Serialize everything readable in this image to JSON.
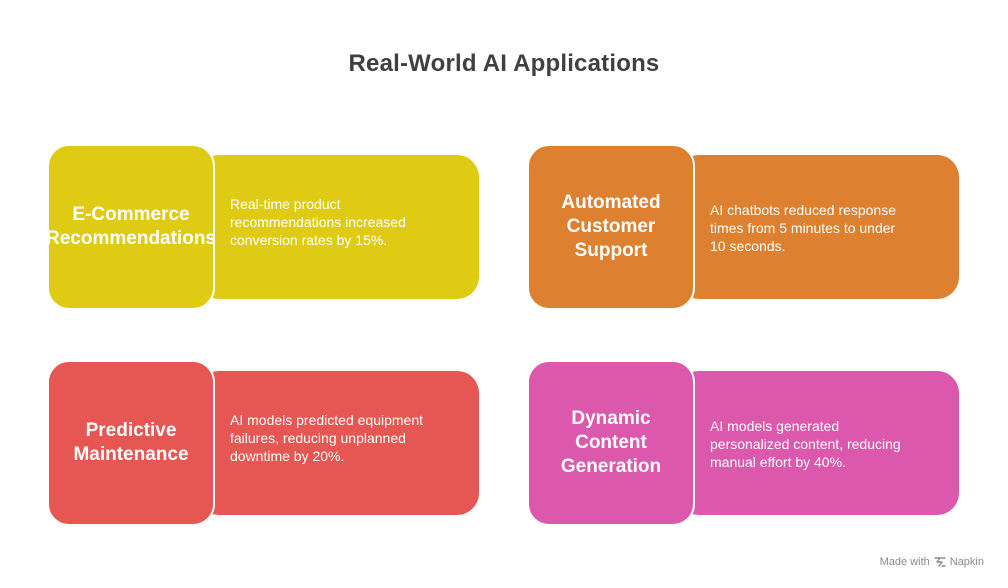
{
  "title": "Real-World AI Applications",
  "colors": {
    "yellow": "#DFCB14",
    "orange": "#DD8130",
    "red": "#E65652",
    "pink": "#DB58AC"
  },
  "cards": [
    {
      "label": "E-Commerce\nRecommendations",
      "description": "Real-time product recommendations increased conversion rates by 15%.",
      "color": "#DFCB14"
    },
    {
      "label": "Automated\nCustomer\nSupport",
      "description": "AI chatbots reduced response times from 5 minutes to under 10 seconds.",
      "color": "#DD8130"
    },
    {
      "label": "Predictive\nMaintenance",
      "description": "AI models predicted equipment failures, reducing unplanned downtime by 20%.",
      "color": "#E65652"
    },
    {
      "label": "Dynamic\nContent\nGeneration",
      "description": "AI models generated personalized content, reducing manual effort by 40%.",
      "color": "#DB58AC"
    }
  ],
  "footer": {
    "made_with": "Made with",
    "brand": "Napkin",
    "brand_icon": "napkin-logo-icon"
  }
}
